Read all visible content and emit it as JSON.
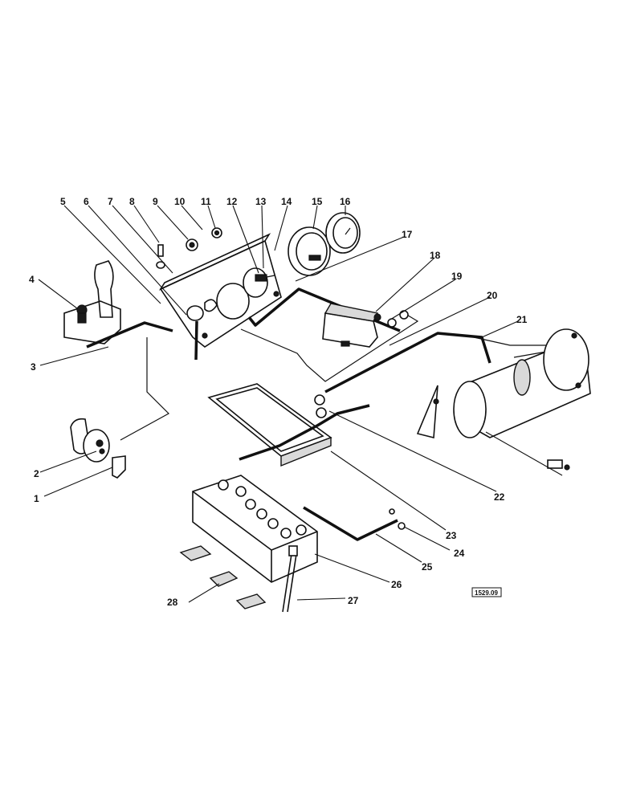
{
  "callouts": [
    "1",
    "2",
    "3",
    "4",
    "5",
    "6",
    "7",
    "8",
    "9",
    "10",
    "11",
    "12",
    "13",
    "14",
    "15",
    "16",
    "17",
    "18",
    "19",
    "20",
    "21",
    "22",
    "23",
    "24",
    "25",
    "26",
    "27",
    "28"
  ],
  "drawing_ref": "1529.09"
}
